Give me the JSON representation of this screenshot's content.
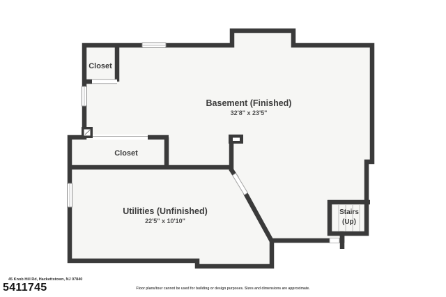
{
  "plan": {
    "colors": {
      "wall": "#3a3a3a",
      "floor": "#f6f6f4",
      "background": "#ffffff",
      "label_text": "#3c3c3c",
      "dim_text": "#4d4d4d"
    },
    "rooms": {
      "closet_top": {
        "label": "Closet"
      },
      "basement": {
        "label": "Basement (Finished)",
        "dimensions": "32'8\" x 23'5\""
      },
      "closet_mid": {
        "label": "Closet"
      },
      "utilities": {
        "label": "Utilities (Unfinished)",
        "dimensions": "22'5\" x 10'10\""
      },
      "stairs": {
        "label_line1": "Stairs",
        "label_line2": "(Up)"
      }
    }
  },
  "footer": {
    "address": "45 Knob Hill Rd, Hackettstown, NJ 07840",
    "listing_id": "5411745",
    "disclaimer": "Floor plans/tour cannot be used for building or design purposes. Sizes and dimensions are approximate."
  }
}
